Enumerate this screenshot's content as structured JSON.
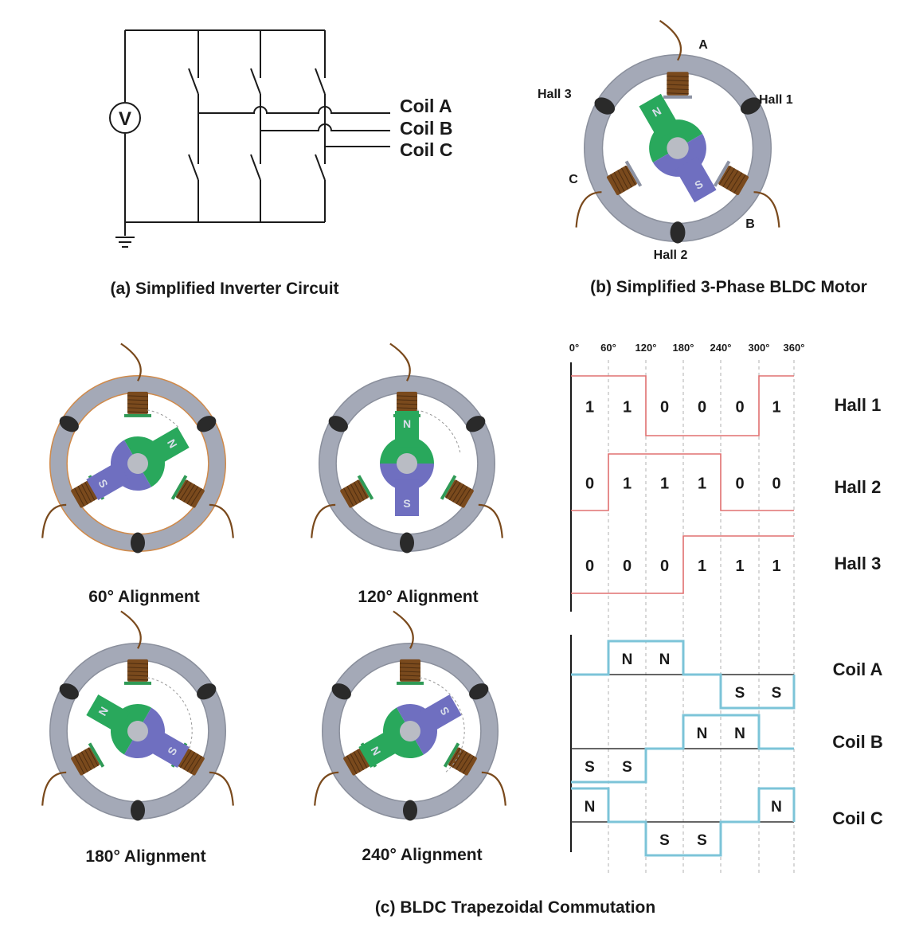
{
  "inverter": {
    "caption": "(a)  Simplified Inverter Circuit",
    "source_symbol": "V",
    "coil_labels": [
      "Coil A",
      "Coil B",
      "Coil C"
    ]
  },
  "motor": {
    "caption": "(b)  Simplified 3-Phase BLDC Motor",
    "phase_labels": {
      "a": "A",
      "b": "B",
      "c": "C"
    },
    "hall_labels": {
      "h1": "Hall 1",
      "h2": "Hall 2",
      "h3": "Hall 3"
    },
    "rotor_poles": {
      "north": "N",
      "south": "S"
    }
  },
  "alignments": [
    {
      "label": "60° Alignment",
      "rotor_angle_deg": 30
    },
    {
      "label": "120° Alignment",
      "rotor_angle_deg": 90
    },
    {
      "label": "180° Alignment",
      "rotor_angle_deg": 150
    },
    {
      "label": "240° Alignment",
      "rotor_angle_deg": 210
    }
  ],
  "timing": {
    "degree_labels": [
      "0°",
      "60°",
      "120°",
      "180°",
      "240°",
      "300°",
      "360°"
    ],
    "hall_rows": [
      {
        "name": "Hall 1",
        "bits": [
          "1",
          "1",
          "0",
          "0",
          "0",
          "1"
        ]
      },
      {
        "name": "Hall 2",
        "bits": [
          "0",
          "1",
          "1",
          "1",
          "0",
          "0"
        ]
      },
      {
        "name": "Hall 3",
        "bits": [
          "0",
          "0",
          "0",
          "1",
          "1",
          "1"
        ]
      }
    ],
    "coil_rows": [
      {
        "name": "Coil A",
        "states": [
          "",
          "N",
          "N",
          "",
          "S",
          "S"
        ]
      },
      {
        "name": "Coil B",
        "states": [
          "S",
          "S",
          "",
          "N",
          "N",
          ""
        ]
      },
      {
        "name": "Coil C",
        "states": [
          "N",
          "",
          "S",
          "S",
          "",
          "N"
        ]
      }
    ],
    "caption": "(c)  BLDC Trapezoidal Commutation"
  },
  "colors": {
    "ring": "#a4a9b7",
    "ring_edge_60": "#d08a4a",
    "rotor_north": "#29a85c",
    "rotor_south": "#6f6fc0",
    "hub": "#b9bcc4",
    "coil": "#7a4a1d",
    "hall_sensor": "#2a2a2a",
    "hall_wave": "#e07070",
    "coil_wave": "#7cc4d8",
    "lead_wire": "#7a4a1d"
  }
}
